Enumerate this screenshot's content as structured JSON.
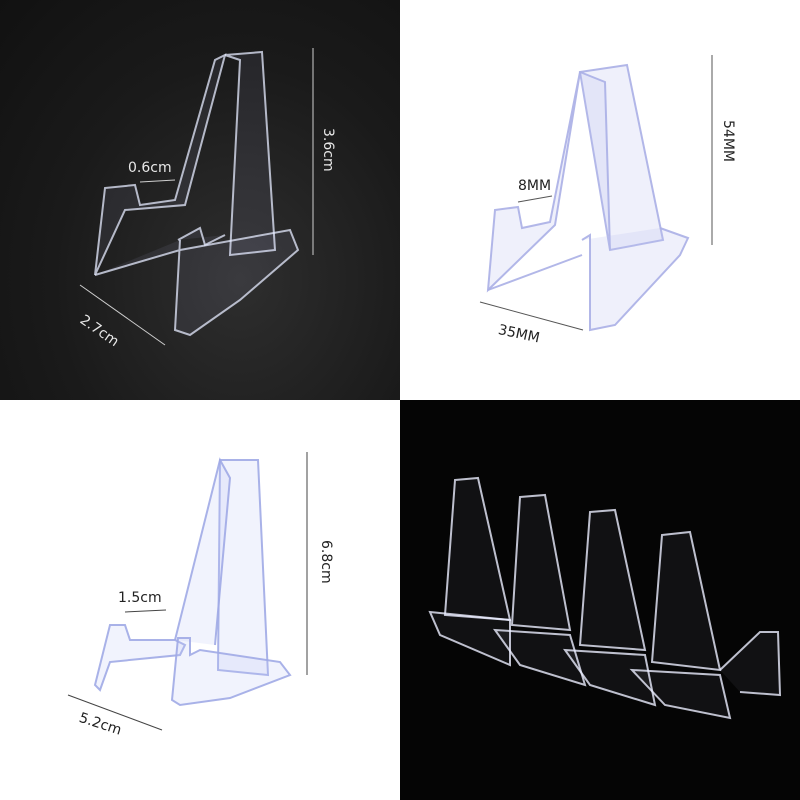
{
  "panels": [
    {
      "id": "top-left",
      "background": "#141414",
      "dimensions": {
        "height": "3.6cm",
        "gap": "0.6cm",
        "depth": "2.7cm"
      }
    },
    {
      "id": "top-right",
      "background": "#ffffff",
      "dimensions": {
        "height": "54MM",
        "gap": "8MM",
        "depth": "35MM"
      }
    },
    {
      "id": "bottom-left",
      "background": "#ffffff",
      "dimensions": {
        "height": "6.8cm",
        "gap": "1.5cm",
        "depth": "5.2cm"
      }
    },
    {
      "id": "bottom-right",
      "background": "#050505",
      "description": "four clear acrylic stands in a row"
    }
  ]
}
